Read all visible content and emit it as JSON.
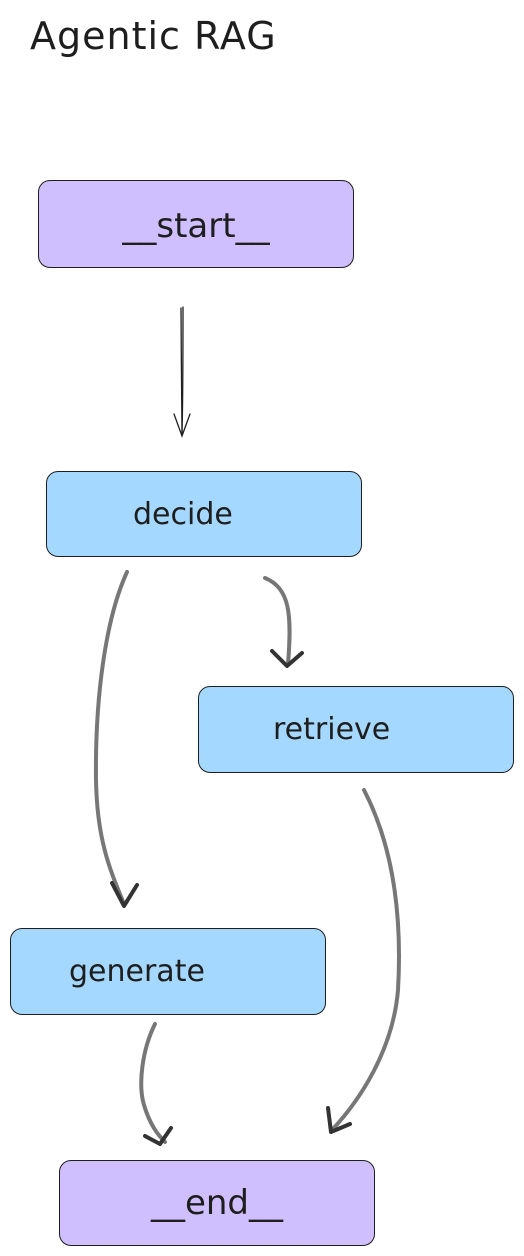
{
  "title": "Agentic RAG",
  "nodes": {
    "start": "__start__",
    "decide": "decide",
    "retrieve": "retrieve",
    "generate": "generate",
    "end": "__end__"
  },
  "colors": {
    "terminal_fill": "#d0bfff",
    "step_fill": "#a5d8ff",
    "stroke": "#1e1e1e",
    "edge": "#777777"
  }
}
